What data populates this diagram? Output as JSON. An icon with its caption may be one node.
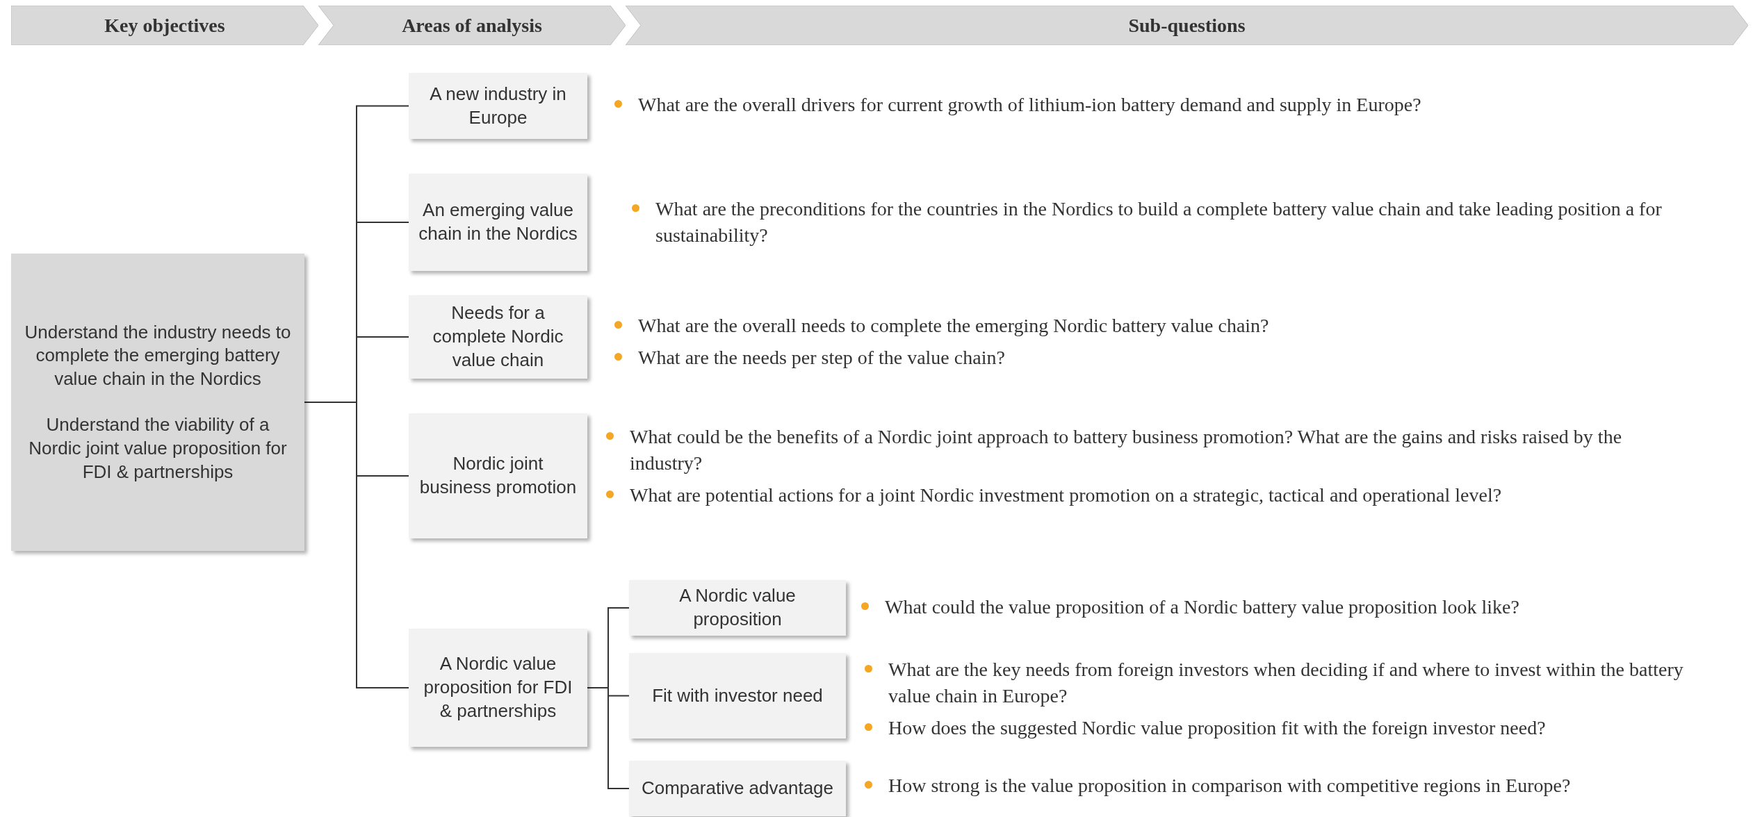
{
  "diagram": {
    "nodes": [
      {
        "text": [
          "Key objectives"
        ]
      },
      {
        "text": [
          "Areas of analysis"
        ]
      },
      {
        "text": [
          "Sub-questions"
        ]
      },
      {
        "text": [
          "Understand the industry needs to complete the emerging battery value chain in the Nordics",
          "Understand the viability of a Nordic joint value proposition for FDI & partnerships"
        ]
      },
      {
        "text": [
          "A new industry in Europe"
        ],
        "beside": [
          "What are the overall drivers for current growth of lithium-ion battery demand and supply in Europe?"
        ]
      },
      {
        "text": [
          "An emerging value chain in the Nordics"
        ],
        "beside": [
          "What are the preconditions for the countries in the Nordics to build a complete battery value chain and take leading position a for sustainability?"
        ]
      },
      {
        "text": [
          "Needs for a complete Nordic value chain"
        ],
        "beside": [
          "What are the overall needs to complete the emerging Nordic battery value chain?",
          "What are the needs per step of the value chain?"
        ]
      },
      {
        "text": [
          "Nordic joint business promotion"
        ],
        "beside": [
          "What could be the benefits of a Nordic joint approach to battery business promotion? What are the gains and risks raised by the industry?",
          "What are potential actions for a joint Nordic investment promotion on a strategic, tactical and operational level?"
        ]
      },
      {
        "text": [
          "A Nordic value proposition for FDI & partnerships"
        ]
      },
      {
        "text": [
          "A Nordic value proposition"
        ],
        "beside": [
          "What could the value proposition of a Nordic battery value proposition look like?"
        ]
      },
      {
        "text": [
          "Fit with investor need"
        ],
        "beside": [
          "What are the key needs from foreign investors when deciding if and where to invest within the battery value chain in Europe?",
          "How does the suggested Nordic value proposition fit with the foreign investor need?"
        ]
      },
      {
        "text": [
          "Comparative advantage"
        ],
        "beside": [
          "How strong is the value proposition in comparison with competitive regions in Europe?"
        ]
      }
    ],
    "edges": [
      {
        "from": 3,
        "to": 4,
        "arrow": "none"
      },
      {
        "from": 3,
        "to": 5,
        "arrow": "none"
      },
      {
        "from": 3,
        "to": 6,
        "arrow": "none"
      },
      {
        "from": 3,
        "to": 7,
        "arrow": "none"
      },
      {
        "from": 3,
        "to": 8,
        "arrow": "none"
      },
      {
        "from": 8,
        "to": 9,
        "arrow": "none"
      },
      {
        "from": 8,
        "to": 10,
        "arrow": "none"
      },
      {
        "from": 8,
        "to": 11,
        "arrow": "none"
      }
    ]
  }
}
